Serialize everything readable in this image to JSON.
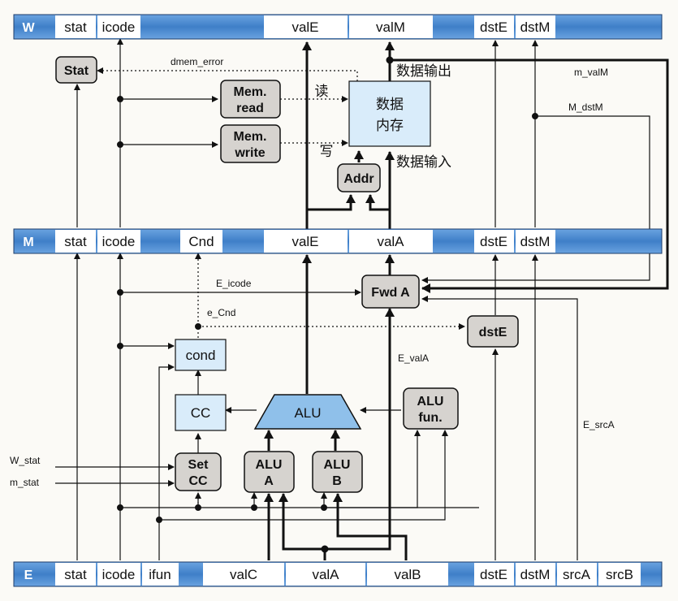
{
  "pipeline": {
    "w": {
      "stage": "W",
      "fields": [
        "stat",
        "icode",
        "valE",
        "valM",
        "dstE",
        "dstM"
      ]
    },
    "m": {
      "stage": "M",
      "fields": [
        "stat",
        "icode",
        "Cnd",
        "valE",
        "valA",
        "dstE",
        "dstM"
      ]
    },
    "e": {
      "stage": "E",
      "fields": [
        "stat",
        "icode",
        "ifun",
        "valC",
        "valA",
        "valB",
        "dstE",
        "dstM",
        "srcA",
        "srcB"
      ]
    }
  },
  "blocks": {
    "stat": "Stat",
    "mem_read": [
      "Mem.",
      "read"
    ],
    "mem_write": [
      "Mem.",
      "write"
    ],
    "data_memory": [
      "数据",
      "内存"
    ],
    "addr": "Addr",
    "fwd_a": "Fwd A",
    "dst_e": "dstE",
    "cond": "cond",
    "cc": "CC",
    "alu": "ALU",
    "alu_fun": [
      "ALU",
      "fun."
    ],
    "set_cc": [
      "Set",
      "CC"
    ],
    "alu_a": [
      "ALU",
      "A"
    ],
    "alu_b": [
      "ALU",
      "B"
    ]
  },
  "labels": {
    "read": "读",
    "write": "写",
    "data_out": "数据输出",
    "data_in": "数据输入"
  },
  "signals": {
    "dmem_error": "dmem_error",
    "m_valM": "m_valM",
    "M_dstM": "M_dstM",
    "E_icode": "E_icode",
    "e_Cnd": "e_Cnd",
    "E_valA": "E_valA",
    "E_srcA": "E_srcA",
    "W_stat": "W_stat",
    "m_stat": "m_stat"
  },
  "colors": {
    "register_bar": "#4d8ad0",
    "memory_block": "#d9ecfa",
    "logic_block": "#d6d3cf",
    "wire": "#111111"
  }
}
